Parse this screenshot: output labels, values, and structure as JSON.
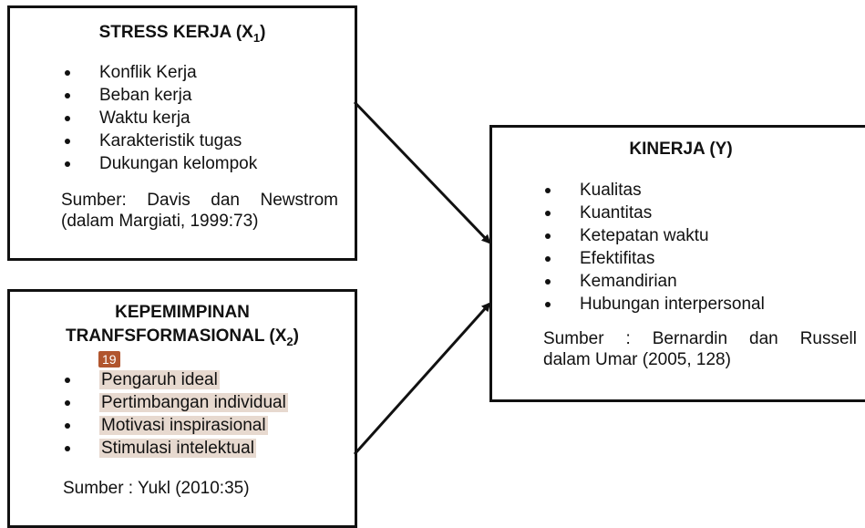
{
  "stress_box": {
    "title": "STRESS KERJA (X",
    "title_sub": "1",
    "title_end": ")",
    "items": [
      "Konflik Kerja",
      "Beban kerja",
      "Waktu kerja",
      "Karakteristik tugas",
      "Dukungan kelompok"
    ],
    "source_line1": "Sumber: Davis dan Newstrom",
    "source_line2": "(dalam Margiati, 1999:73)"
  },
  "leadership_box": {
    "title_line1": "KEPEMIMPINAN",
    "title_line2": "TRANFSFORMASIONAL (X",
    "title_sub": "2",
    "title_end": ")",
    "badge": "19",
    "items": [
      "Pengaruh ideal",
      "Pertimbangan individual",
      "Motivasi inspirasional",
      "Stimulasi intelektual"
    ],
    "source": "Sumber : Yukl (2010:35)"
  },
  "performance_box": {
    "title": "KINERJA (Y)",
    "items": [
      "Kualitas",
      "Kuantitas",
      "Ketepatan waktu",
      "Efektifitas",
      "Kemandirian",
      "Hubungan interpersonal"
    ],
    "source_line1": "Sumber : Bernardin dan Russell",
    "source_line2": "dalam Umar (2005, 128)"
  },
  "colors": {
    "highlight": "#e7d9cf",
    "badge": "#b1552e",
    "stroke": "#111111"
  }
}
